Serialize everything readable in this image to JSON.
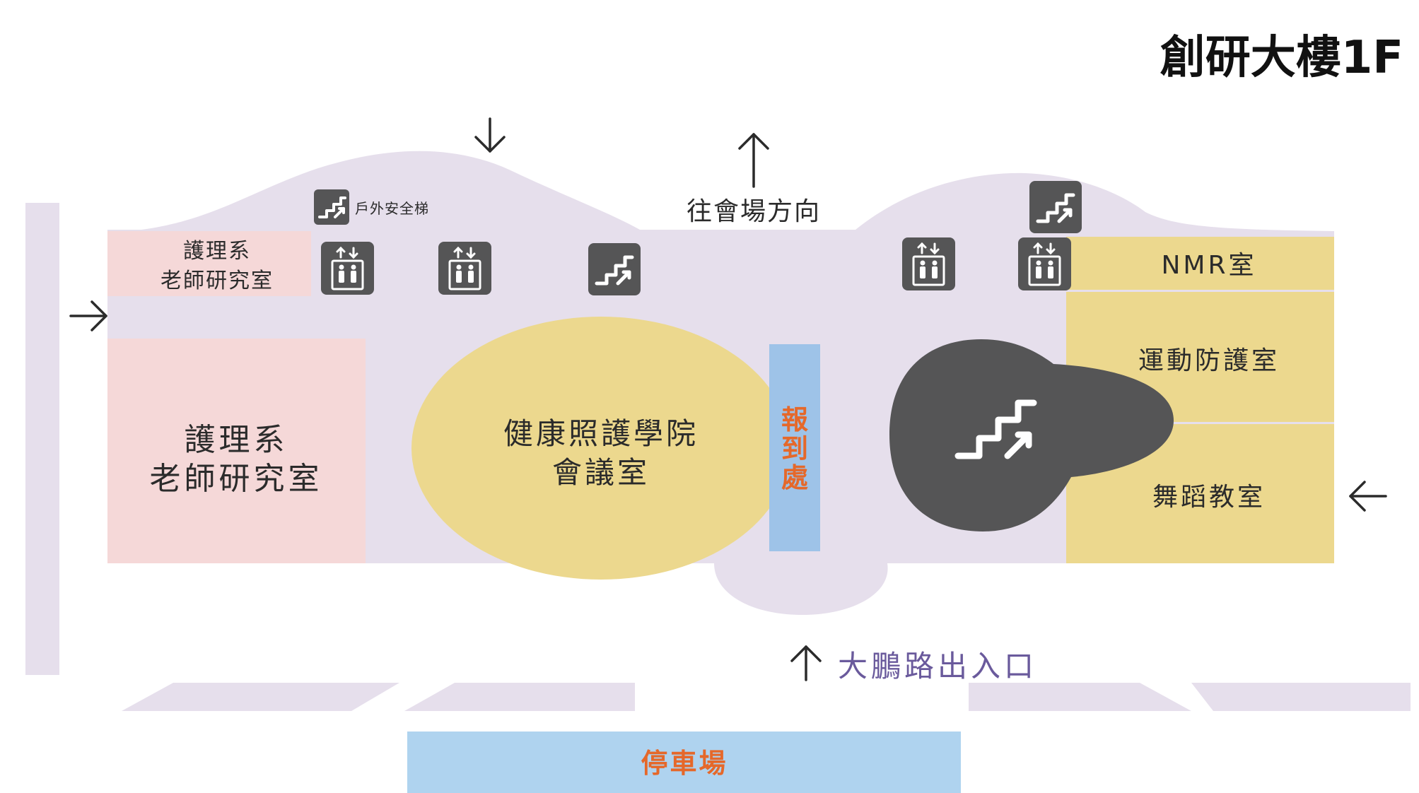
{
  "title": "創研大樓1F",
  "colors": {
    "floor": "#e6dfec",
    "pink_room": "#f5d8d8",
    "yellow_room": "#ecd88e",
    "counter": "#9ec3e8",
    "parking": "#afd3ef",
    "icon": "#555556",
    "orange_text": "#e5682a",
    "purple_text": "#6a5a9c",
    "text": "#2b2b2b"
  },
  "rooms": {
    "nursing_office_small": {
      "line1": "護理系",
      "line2": "老師研究室"
    },
    "nursing_office_large": {
      "line1": "護理系",
      "line2": "老師研究室"
    },
    "conference": {
      "line1": "健康照護學院",
      "line2": "會議室"
    },
    "reception": [
      "報",
      "到",
      "處"
    ],
    "nmr": "NMR室",
    "sports_protection": "運動防護室",
    "dance": "舞蹈教室",
    "parking": "停車場"
  },
  "labels": {
    "outdoor_stairs": "戶外安全梯",
    "to_venue": "往會場方向",
    "dapeng_exit": "大鵬路出入口"
  },
  "icons": [
    "stairs-icon-outdoor",
    "elevator-icon-1",
    "elevator-icon-2",
    "stairs-icon-1",
    "elevator-icon-3",
    "stairs-icon-2",
    "elevator-icon-4",
    "stairs-icon-main"
  ]
}
